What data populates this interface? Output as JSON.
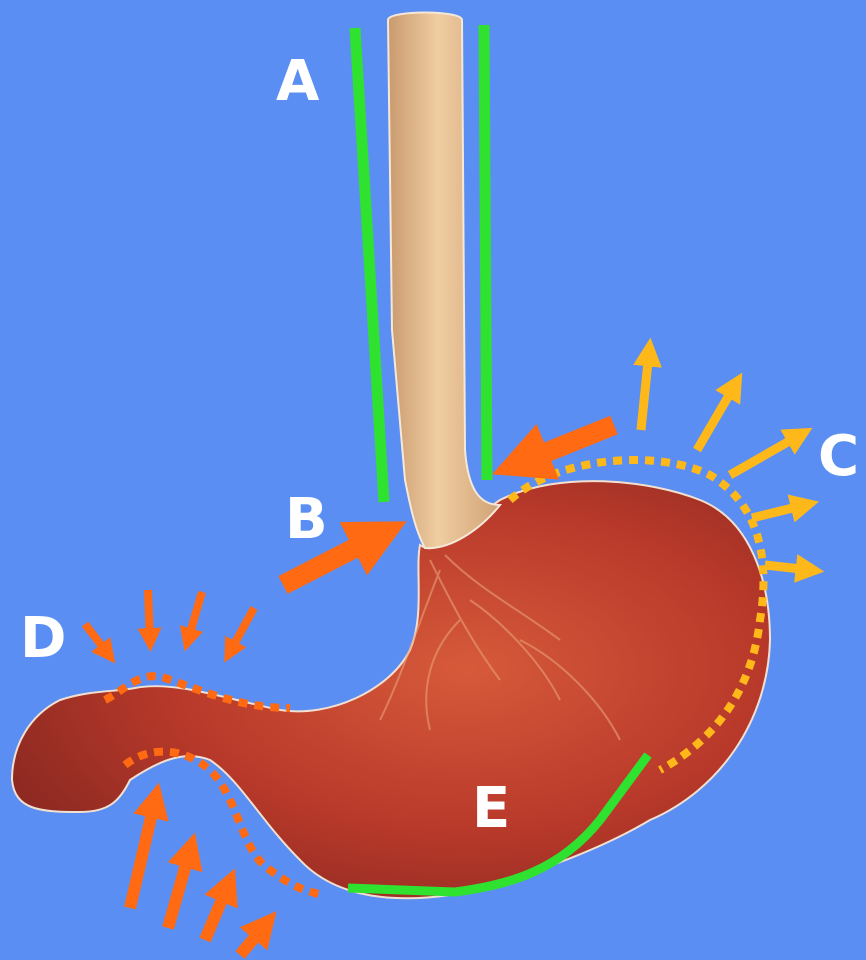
{
  "labels": {
    "a": "A",
    "b": "B",
    "c": "C",
    "d": "D",
    "e": "E"
  },
  "colors": {
    "background": "#5b8ef2",
    "green_line": "#2fe22f",
    "orange_arrow": "#ff6a12",
    "yellow_arrow": "#ffb81a",
    "stomach": "#c0402a",
    "esophagus": "#e2b888"
  }
}
